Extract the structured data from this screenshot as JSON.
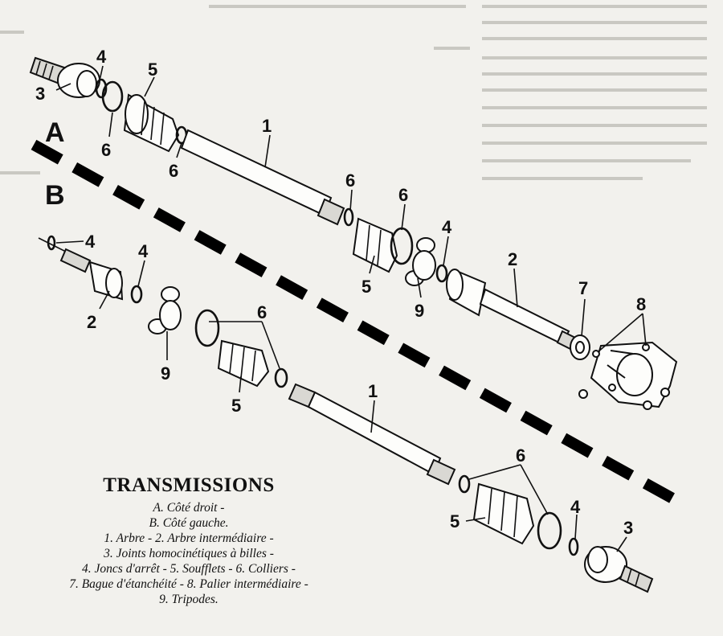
{
  "side_labels": {
    "a": "A",
    "b": "B"
  },
  "callouts": {
    "a": [
      "1",
      "2",
      "3",
      "4",
      "4",
      "5",
      "5",
      "6",
      "6",
      "6",
      "6",
      "7",
      "8",
      "9"
    ],
    "b": [
      "1",
      "2",
      "3",
      "4",
      "4",
      "4",
      "5",
      "5",
      "6",
      "6",
      "9"
    ]
  },
  "caption": {
    "title": "TRANSMISSIONS",
    "lines": [
      "A. Côté droit -",
      "B. Côté gauche.",
      "1. Arbre - 2. Arbre intermédiaire -",
      "3. Joints homocinétiques à billes -",
      "4. Joncs d'arrêt - 5. Soufflets - 6. Colliers -",
      "7. Bague d'étanchéité - 8. Palier intermédiaire -",
      "9. Tripodes."
    ]
  },
  "colors": {
    "ink": "#111111",
    "paper": "#f2f1ed",
    "faded_text": "#c9c8c2"
  }
}
